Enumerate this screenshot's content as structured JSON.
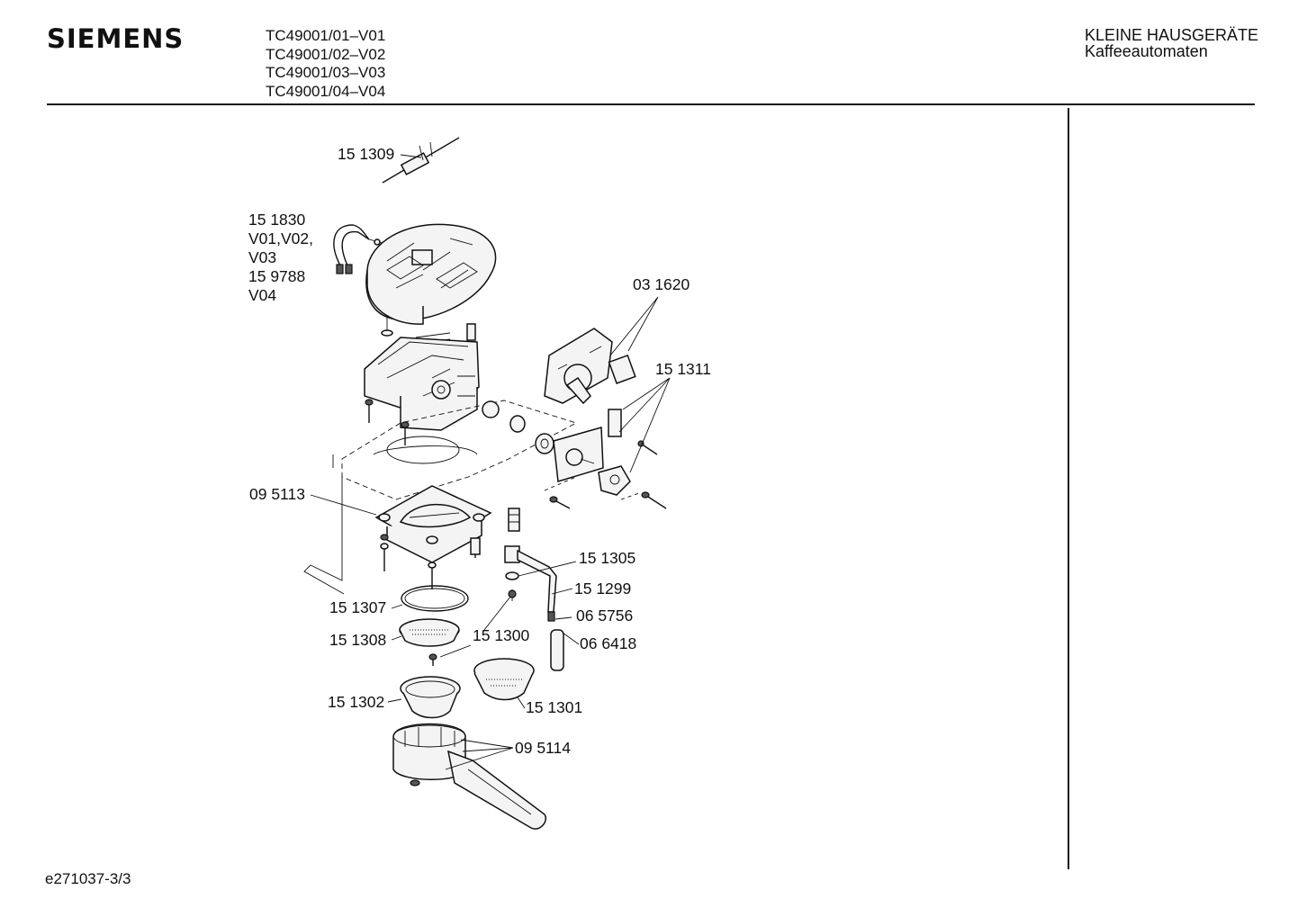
{
  "header": {
    "brand": "SIEMENS",
    "models": [
      "TC49001/01–V01",
      "TC49001/02–V02",
      "TC49001/03–V03",
      "TC49001/04–V04"
    ],
    "category": "KLEINE HAUSGERÄTE",
    "subcategory": "Kaffeeautomaten"
  },
  "footer": {
    "doc_ref": "e271037-3/3"
  },
  "labels": {
    "p151309": "15 1309",
    "p151830": "15 1830",
    "v_list_1": "V01,V02,",
    "v_list_2": "V03",
    "p159788": "15 9788",
    "v04": "V04",
    "p031620": "03 1620",
    "p151311": "15 1311",
    "p095113": "09 5113",
    "p151305": "15 1305",
    "p151299": "15 1299",
    "p065756": "06 5756",
    "p066418": "06 6418",
    "p151307": "15 1307",
    "p151308": "15 1308",
    "p151300": "15 1300",
    "p151302": "15 1302",
    "p151301": "15 1301",
    "p095114": "09 5114"
  }
}
